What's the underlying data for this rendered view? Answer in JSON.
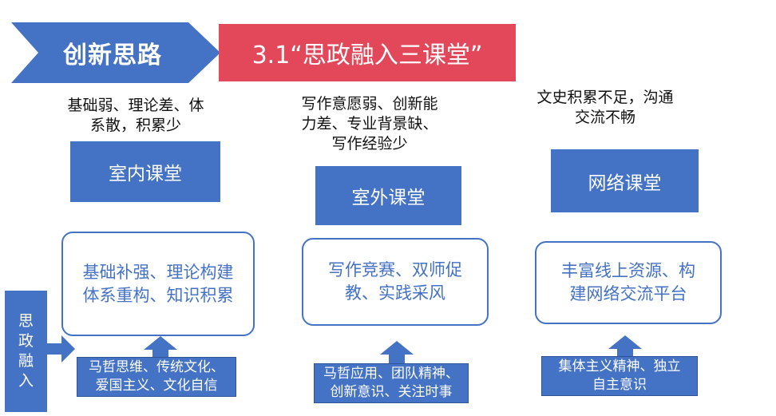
{
  "header": {
    "section_label": "创新思路",
    "title": "3.1“思政融入三课堂”"
  },
  "columns": [
    {
      "problems": [
        "基础弱、理论差、体",
        "系散，积累少"
      ],
      "classroom": "室内课堂",
      "methods": [
        "基础补强、理论构建",
        "体系重构、知识积累"
      ],
      "elements": [
        "马哲思维、传统文化、",
        "爱国主义、文化自信"
      ]
    },
    {
      "problems": [
        "写作意愿弱、创新能",
        "力差、专业背景缺、",
        "写作经验少"
      ],
      "classroom": "室外课堂",
      "methods": [
        "写作竞赛、双师促",
        "教、实践采风"
      ],
      "elements": [
        "马哲应用、团队精神、",
        "创新意识、关注时事"
      ]
    },
    {
      "problems": [
        "文史积累不足，沟通",
        "交流不畅"
      ],
      "classroom": "网络课堂",
      "methods": [
        "丰富线上资源、构",
        "建网络交流平台"
      ],
      "elements": [
        "集体主义精神、独立",
        "自主意识"
      ]
    }
  ],
  "side_label": [
    "思",
    "政",
    "融",
    "入"
  ],
  "colors": {
    "blue": "#4472c4",
    "red": "#e2485a",
    "text": "#111111"
  }
}
